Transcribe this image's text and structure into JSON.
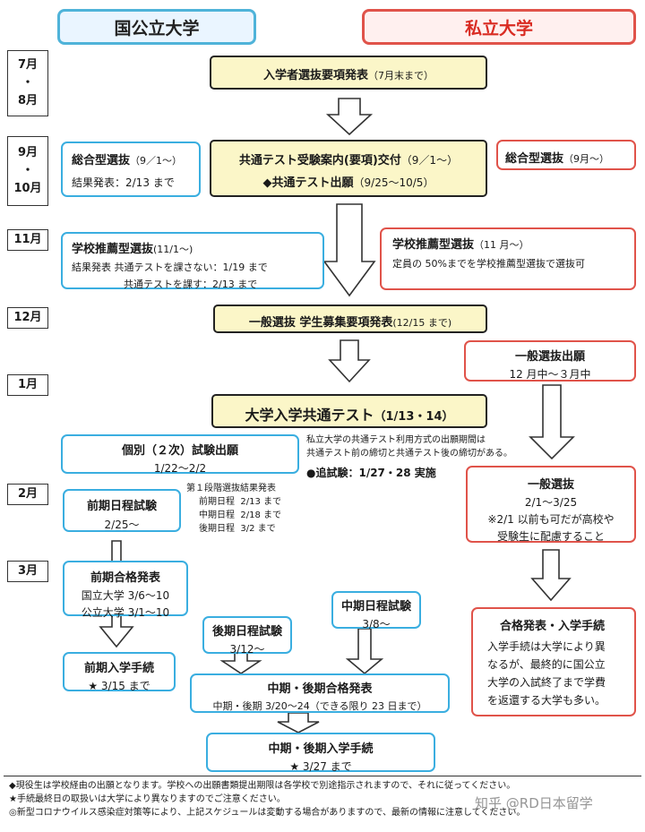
{
  "headers": {
    "national": "国公立大学",
    "private": "私立大学"
  },
  "months": {
    "jul_aug": [
      "7月",
      "・",
      "8月"
    ],
    "sep_oct": [
      "9月",
      "・",
      "10月"
    ],
    "nov": "11月",
    "dec": "12月",
    "jan": "1月",
    "feb": "2月",
    "mar": "3月"
  },
  "center": {
    "guidelines": {
      "title": "入学者選抜要項発表",
      "note": "（7月末まで）"
    },
    "common_test_info": {
      "line1": "共通テスト受験案内(要項)交付",
      "line1_note": "（9／1～）",
      "line2": "◆共通テスト出願",
      "line2_note": "（9/25～10/5）"
    },
    "general_recruit": {
      "title": "一般選抜 学生募集要項発表",
      "note": "(12/15 まで)"
    },
    "common_test": {
      "title": "大学入学共通テスト",
      "note": "（1/13・14）"
    },
    "private_common_note": [
      "私立大学の共通テスト利用方式の出願期間は",
      "共通テスト前の締切と共通テスト後の締切がある。"
    ],
    "makeup_exam": "●追試験：1/27・28 実施"
  },
  "national": {
    "comprehensive": {
      "title": "総合型選抜",
      "note": "（9／1～）",
      "result": "結果発表：2/13 まで"
    },
    "school_rec": {
      "title": "学校推薦型選抜",
      "note": "(11/1～)",
      "line1_label": "結果発表",
      "line1": "共通テストを課さない：1/19 まで",
      "line2": "共通テストを課す：2/13 まで"
    },
    "individual_apply": {
      "title": "個別（２次）試験出願",
      "dates": "1/22～2/2"
    },
    "stage1_results": {
      "title": "第１段階選抜結果発表",
      "rows": [
        [
          "前期日程",
          "2/13 まで"
        ],
        [
          "中期日程",
          "2/18 まで"
        ],
        [
          "後期日程",
          "3/2 まで"
        ]
      ]
    },
    "early_exam": {
      "title": "前期日程試験",
      "date": "2/25～"
    },
    "early_pass": {
      "title": "前期合格発表",
      "line1": "国立大学 3/6～10",
      "line2": "公立大学 3/1～10"
    },
    "mid_exam": {
      "title": "中期日程試験",
      "date": "3/8～"
    },
    "late_exam": {
      "title": "後期日程試験",
      "date": "3/12～"
    },
    "early_enroll": {
      "title": "前期入学手続",
      "date": "★ 3/15 まで"
    },
    "midlate_pass": {
      "title": "中期・後期合格発表",
      "line": "中期・後期 3/20～24（できる限り 23 日まで）"
    },
    "midlate_enroll": {
      "title": "中期・後期入学手続",
      "date": "★ 3/27 まで"
    }
  },
  "private": {
    "comprehensive": {
      "title": "総合型選抜",
      "note": "（9月～）"
    },
    "school_rec": {
      "title": "学校推薦型選抜",
      "note": "（11 月～）",
      "line": "定員の 50%までを学校推薦型選抜で選抜可"
    },
    "general_apply": {
      "title": "一般選抜出願",
      "dates": "12 月中～３月中"
    },
    "general_exam": {
      "title": "一般選抜",
      "dates": "2/1～3/25",
      "note1": "※2/1 以前も可だが高校や",
      "note2": "受験生に配慮すること"
    },
    "pass_enroll": {
      "title": "合格発表・入学手続",
      "lines": [
        "入学手続は大学により異",
        "なるが、最終的に国公立",
        "大学の入試終了まで学費",
        "を返還する大学も多い。"
      ]
    }
  },
  "notes": [
    "◆現役生は学校経由の出願となります。学校への出願書類提出期限は各学校で別途指示されますので、それに従ってください。",
    "★手続最終日の取扱いは大学により異なりますのでご注意ください。",
    "◎新型コロナウイルス感染症対策等により、上記スケジュールは変動する場合がありますので、最新の情報に注意してください。"
  ],
  "watermark": "知乎 @RD日本留学",
  "colors": {
    "blue": "#3aaee0",
    "red": "#e0534a",
    "yellow": "#fbf6c8",
    "note_red": "#e0534a"
  }
}
